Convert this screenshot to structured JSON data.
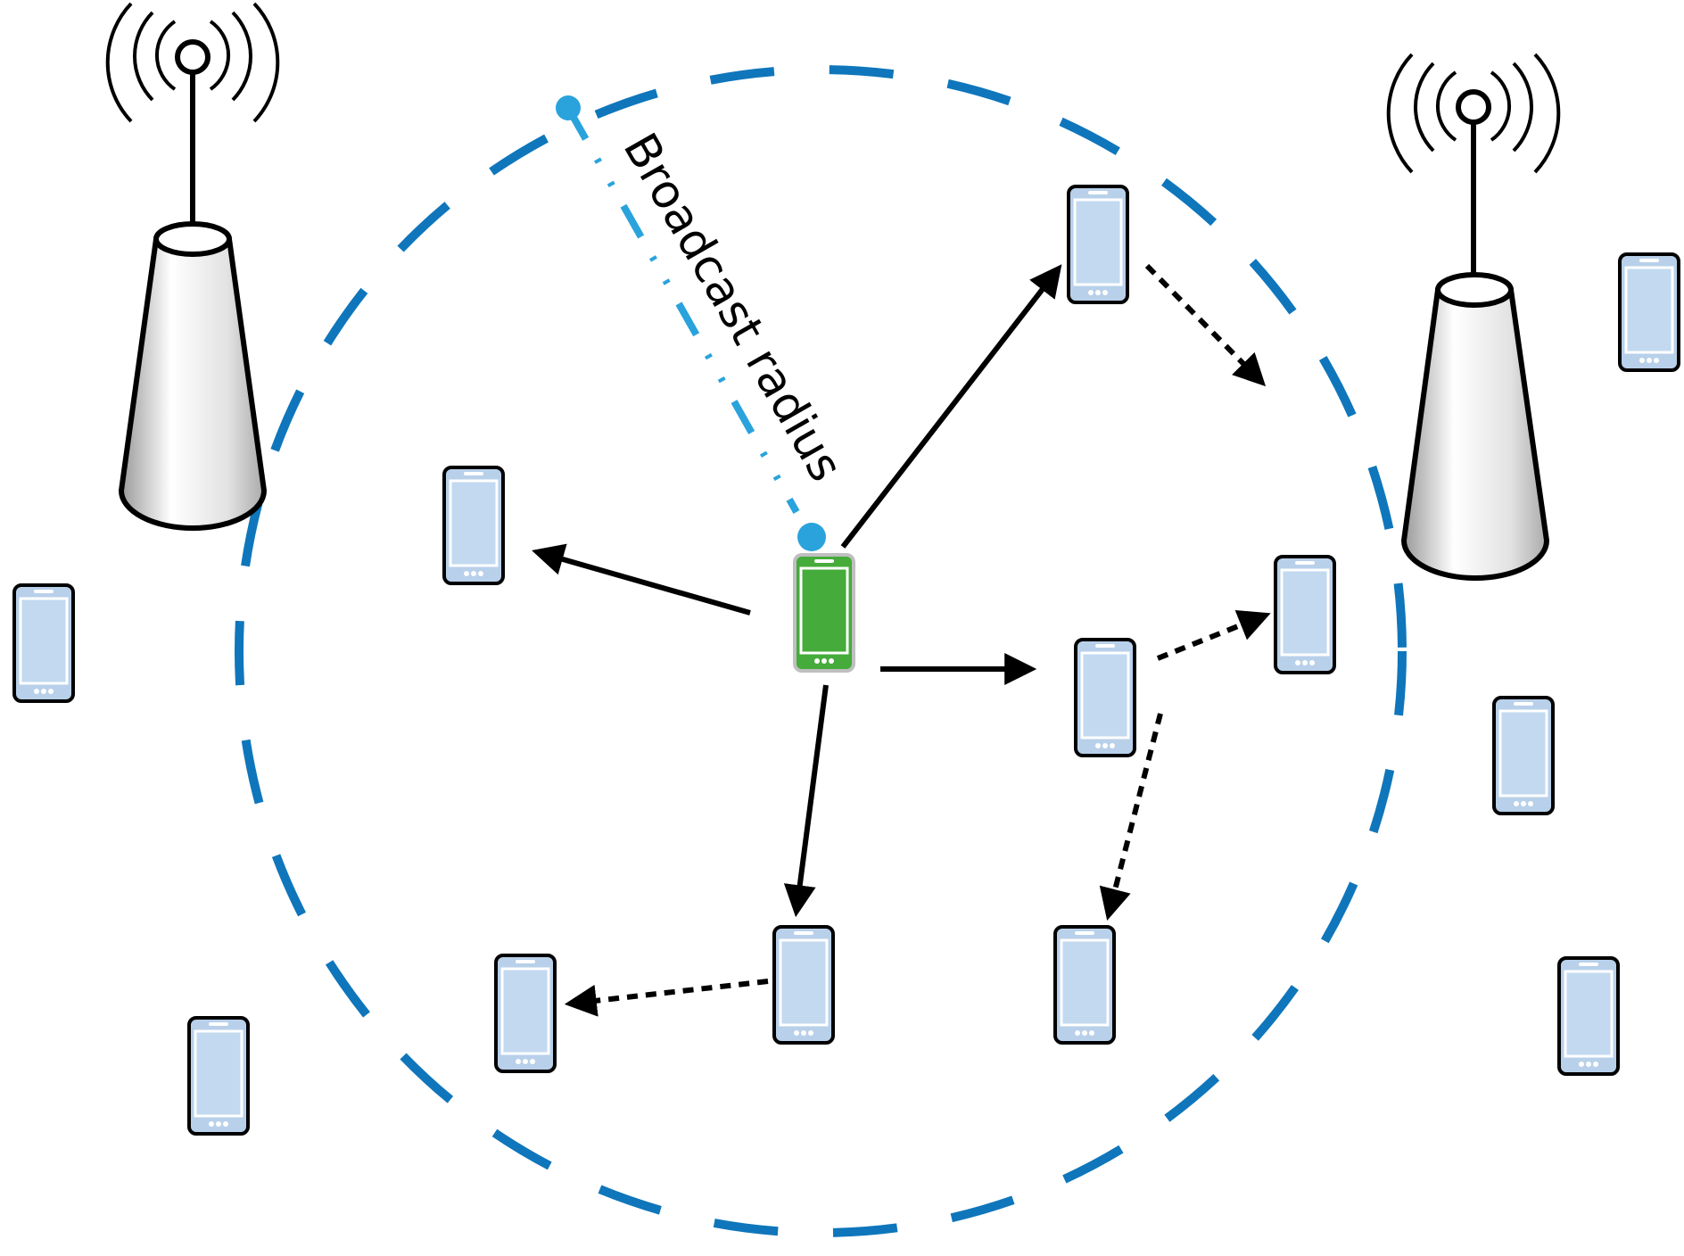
{
  "diagram": {
    "broadcast_label": "Broadcast radius",
    "colors": {
      "range_circle": "#0f76bb",
      "radius_line": "#2aa3dc",
      "phone_fill": "#b8d0ea",
      "phone_screen": "#c2d9f0",
      "source_phone": "#45ab3a",
      "arrow": "#000000"
    },
    "icons": [
      "cell-tower-icon",
      "smartphone-icon",
      "signal-waves-icon"
    ],
    "nodes": [
      "tower-left",
      "tower-right",
      "source-phone",
      "phone-a",
      "phone-b",
      "phone-c",
      "phone-d",
      "phone-e",
      "phone-f",
      "phone-g",
      "phone-h",
      "phone-i",
      "phone-j",
      "phone-k",
      "phone-l",
      "phone-m",
      "phone-n"
    ],
    "links": {
      "direct_broadcast": [
        [
          "source-phone",
          "phone-b"
        ],
        [
          "source-phone",
          "phone-c"
        ],
        [
          "source-phone",
          "phone-d"
        ],
        [
          "source-phone",
          "phone-g"
        ]
      ],
      "relay_forward": [
        [
          "phone-c",
          "out-of-range"
        ],
        [
          "phone-d",
          "phone-e"
        ],
        [
          "phone-d",
          "phone-h"
        ],
        [
          "phone-g",
          "phone-f"
        ]
      ]
    }
  }
}
